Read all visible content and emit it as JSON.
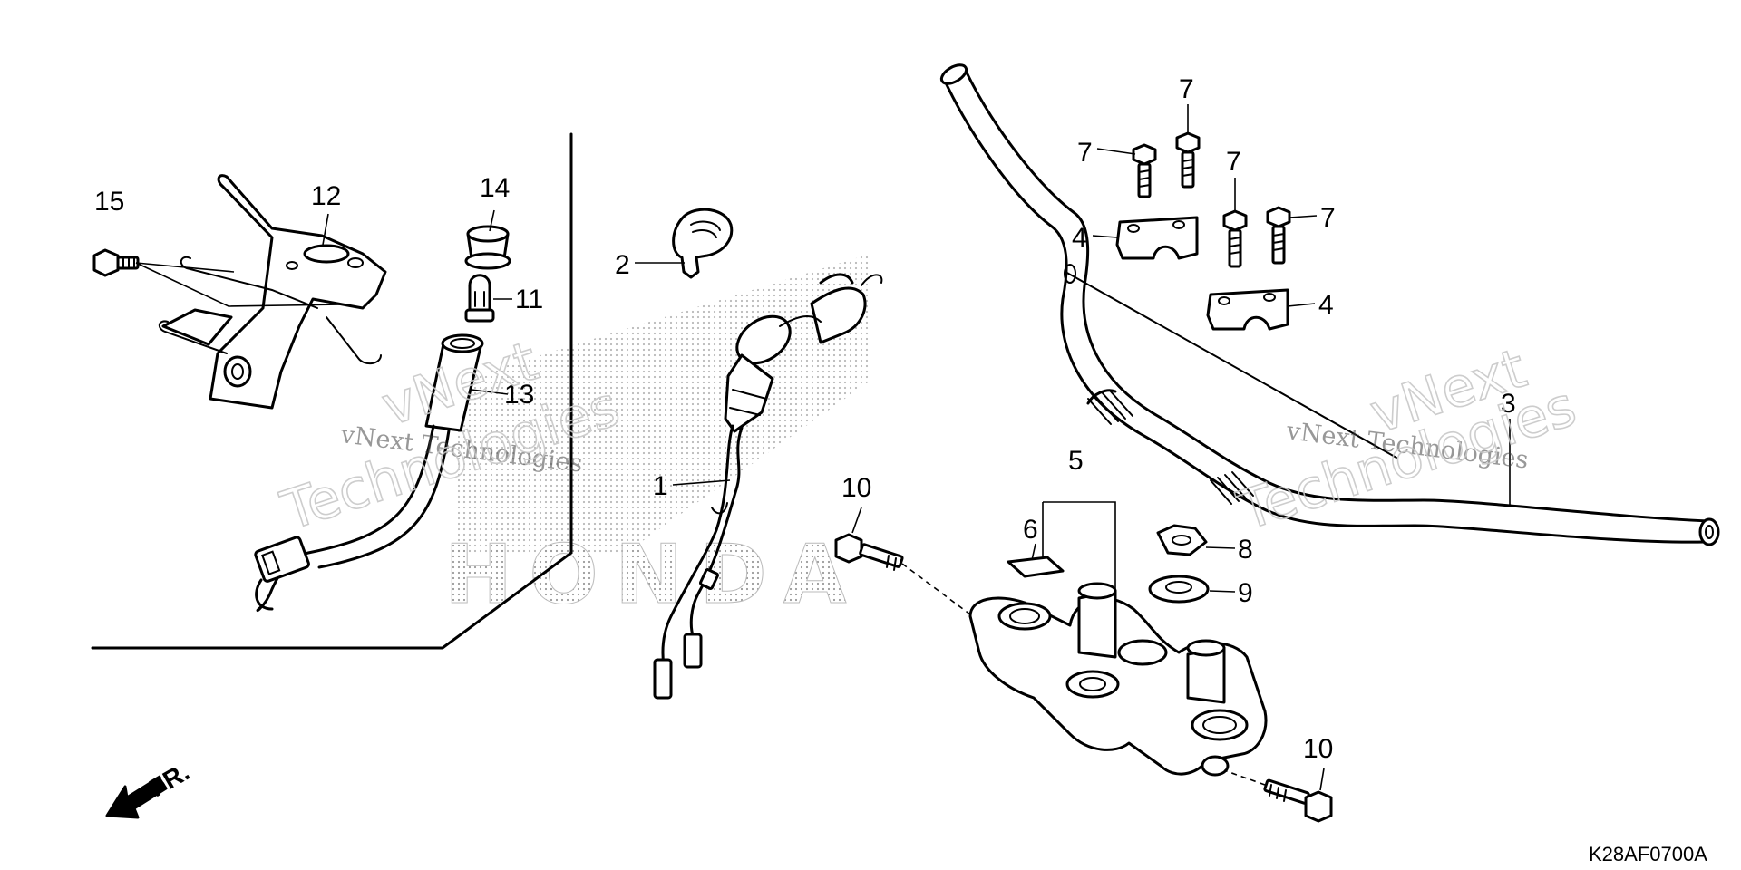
{
  "callouts": [
    {
      "id": "c1",
      "label": "1"
    },
    {
      "id": "c2",
      "label": "2"
    },
    {
      "id": "c3",
      "label": "3"
    },
    {
      "id": "c4a",
      "label": "4"
    },
    {
      "id": "c4b",
      "label": "4"
    },
    {
      "id": "c5",
      "label": "5"
    },
    {
      "id": "c6",
      "label": "6"
    },
    {
      "id": "c7a",
      "label": "7"
    },
    {
      "id": "c7b",
      "label": "7"
    },
    {
      "id": "c7c",
      "label": "7"
    },
    {
      "id": "c7d",
      "label": "7"
    },
    {
      "id": "c8",
      "label": "8"
    },
    {
      "id": "c9",
      "label": "9"
    },
    {
      "id": "c10a",
      "label": "10"
    },
    {
      "id": "c10b",
      "label": "10"
    },
    {
      "id": "c11",
      "label": "11"
    },
    {
      "id": "c12",
      "label": "12"
    },
    {
      "id": "c13",
      "label": "13"
    },
    {
      "id": "c14",
      "label": "14"
    },
    {
      "id": "c15",
      "label": "15"
    }
  ],
  "front_marker": "FR.",
  "diagram_code": "K28AF0700A",
  "watermark": {
    "line1": "vNext Technologies",
    "word1": "vNext",
    "word2": "Technologies"
  },
  "brand_watermark": "HONDA"
}
